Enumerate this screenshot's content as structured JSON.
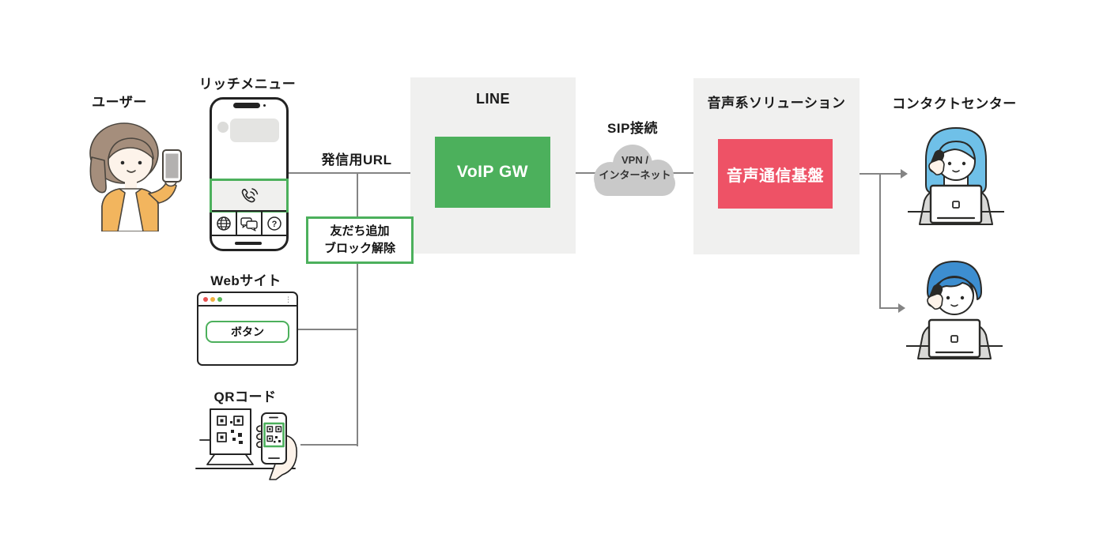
{
  "diagram_title": "LINE VoIP call flow diagram",
  "labels": {
    "user": "ユーザー",
    "rich_menu": "リッチメニュー",
    "outbound_url": "発信用URL",
    "line": "LINE",
    "voip_gw": "VoIP GW",
    "sip": "SIP接続",
    "cloud_line1": "VPN /",
    "cloud_line2": "インターネット",
    "voice_solution": "音声系ソリューション",
    "voice_platform": "音声通信基盤",
    "contact_center": "コンタクトセンター",
    "friend_add_line1": "友だち追加",
    "friend_add_line2": "ブロック解除",
    "website": "Webサイト",
    "button": "ボタン",
    "qr": "QRコード"
  },
  "icons": {
    "rich_menu_call": "phone-call-icon",
    "rich_menu_cells": [
      "globe-icon",
      "chat-bubbles-icon",
      "help-icon"
    ],
    "browser_dots": [
      "red-dot",
      "yellow-dot",
      "green-dot"
    ],
    "cloud": "network-cloud"
  },
  "colors": {
    "accent_green": "#4cb05c",
    "accent_red": "#ee5266",
    "container_gray": "#f0f0ef",
    "arrow_gray": "#848484",
    "cloud_gray": "#c9c9c9",
    "cardigan_orange": "#f2b55e",
    "hair_brown": "#a58e7c",
    "operator1_hair_blue": "#6fc0e8",
    "operator2_hair_blue": "#3d8ed0"
  }
}
